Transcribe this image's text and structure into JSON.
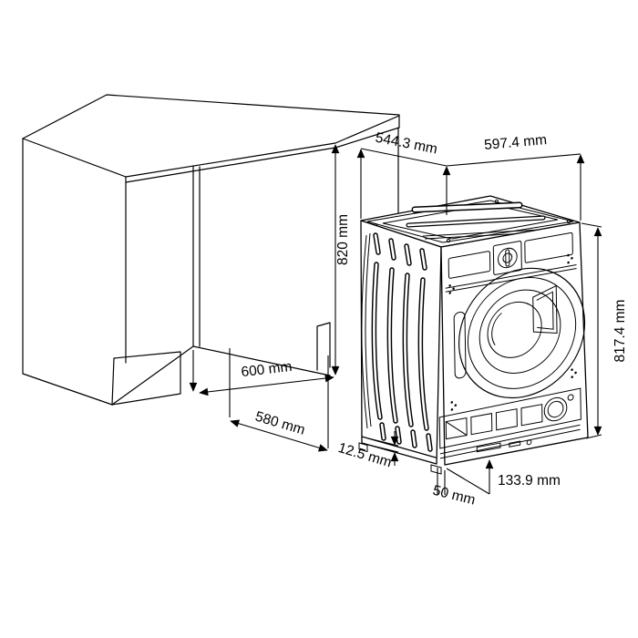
{
  "dimensions": {
    "appliance_depth_top": "544.3 mm",
    "appliance_width_top": "597.4 mm",
    "niche_height": "820 mm",
    "appliance_height": "817.4 mm",
    "niche_width": "600 mm",
    "worktop_min_depth": "580 mm",
    "base_rail_height": "12.5 mm",
    "plinth_setback": "50 mm",
    "plinth_panel_height": "133.9 mm"
  }
}
